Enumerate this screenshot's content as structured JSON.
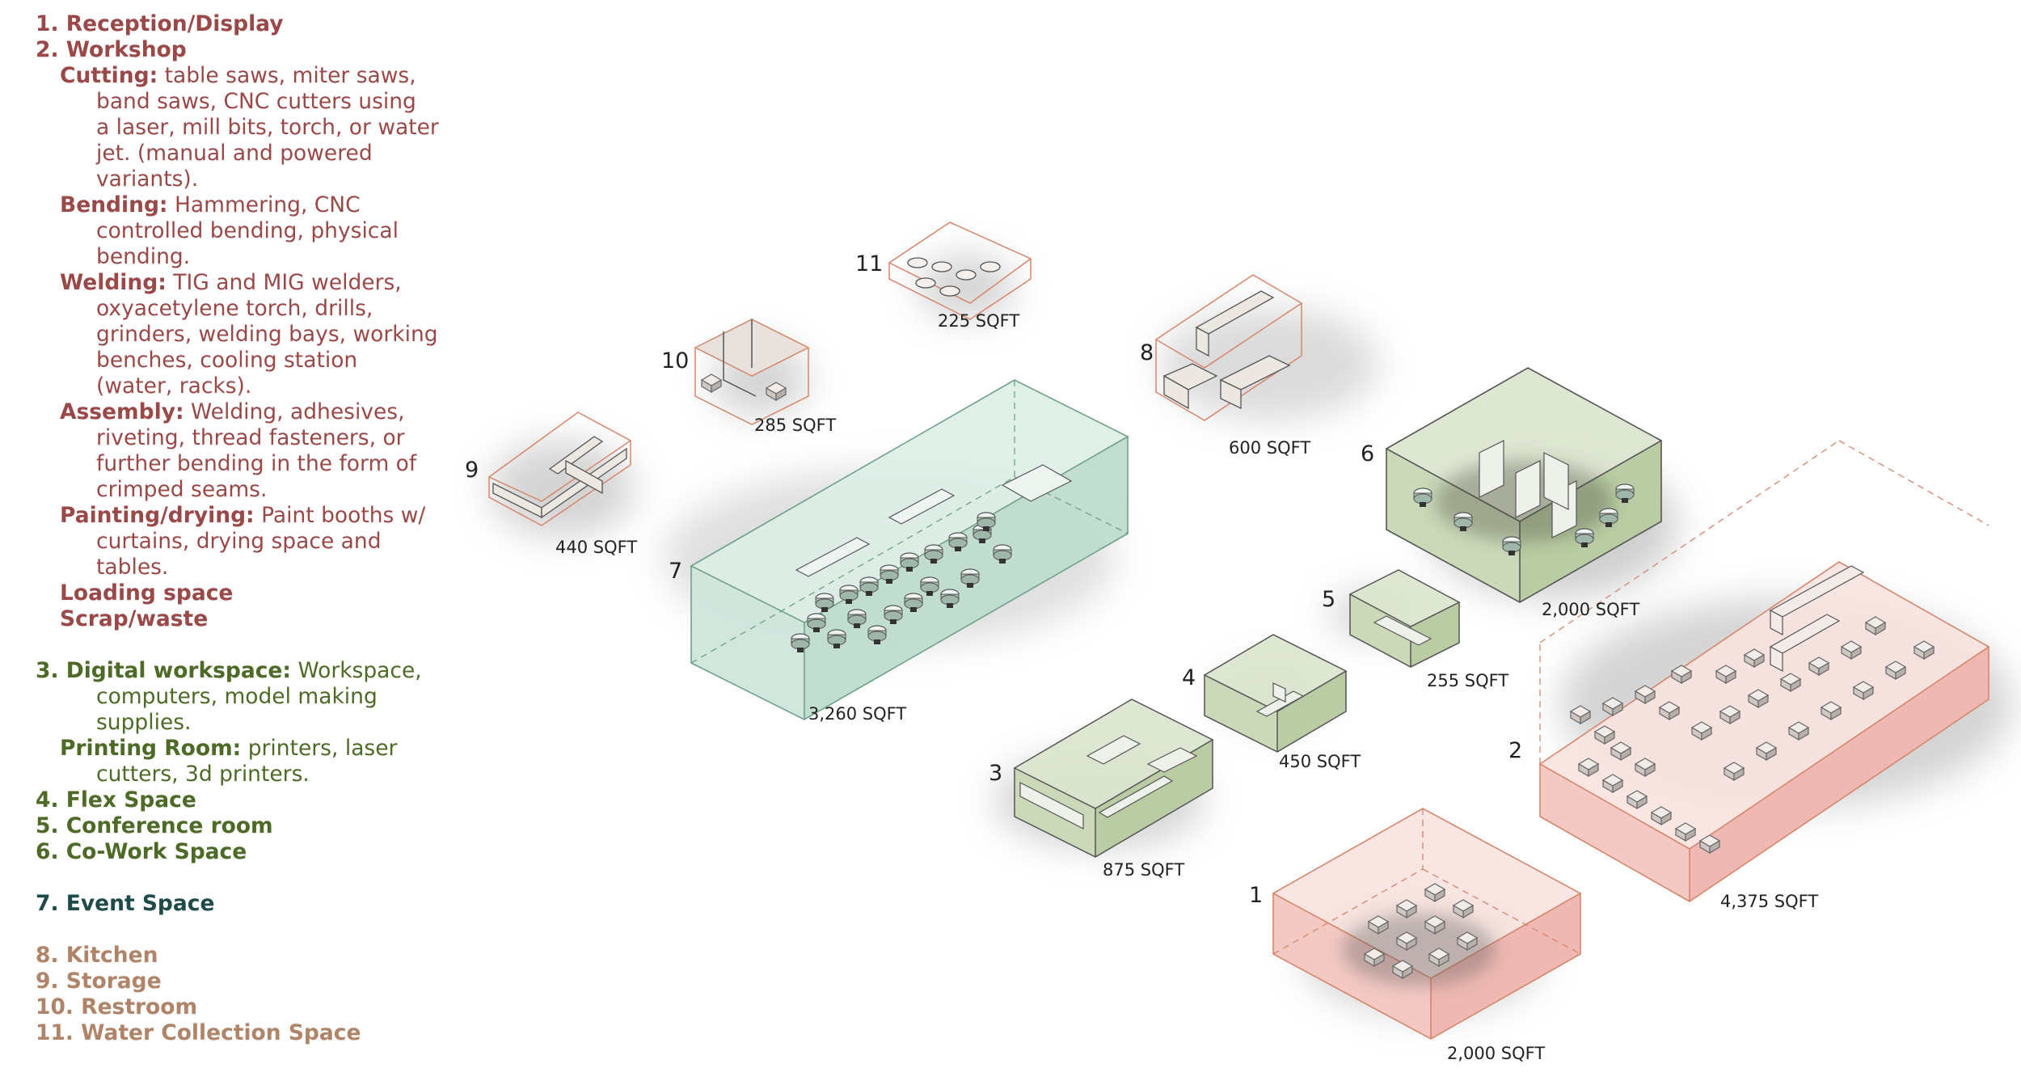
{
  "legend": {
    "l1": "1. Reception/Display",
    "l2": "2. Workshop",
    "cutting_h": "Cutting:",
    "cutting_1": "table saws, miter saws,",
    "cutting_2": "band saws, CNC cutters using",
    "cutting_3": "a laser, mill bits, torch, or water",
    "cutting_4": "jet. (manual and powered",
    "cutting_5": "variants).",
    "bending_h": "Bending:",
    "bending_1": "Hammering, CNC",
    "bending_2": "controlled bending, physical",
    "bending_3": "bending.",
    "welding_h": "Welding:",
    "welding_1": "TIG and MIG welders,",
    "welding_2": "oxyacetylene torch, drills,",
    "welding_3": "grinders, welding bays, working",
    "welding_4": "benches, cooling station",
    "welding_5": "(water, racks).",
    "assembly_h": "Assembly:",
    "assembly_1": "Welding, adhesives,",
    "assembly_2": "riveting, thread fasteners, or",
    "assembly_3": "further bending in the form of",
    "assembly_4": "crimped seams.",
    "painting_h": "Painting/drying:",
    "painting_1": "Paint booths w/",
    "painting_2": "curtains, drying space and",
    "painting_3": "tables.",
    "loading": "Loading space",
    "scrap": "Scrap/waste",
    "l3_h": "3. Digital workspace:",
    "l3_1": "Workspace,",
    "l3_2": "computers, model making",
    "l3_3": "supplies.",
    "printing_h": "Printing Room:",
    "printing_1": "printers, laser",
    "printing_2": "cutters, 3d printers.",
    "l4": "4. Flex Space",
    "l5": "5. Conference room",
    "l6": "6. Co-Work Space",
    "l7": "7. Event Space",
    "l8": "8. Kitchen",
    "l9": "9. Storage",
    "l10": "10. Restroom",
    "l11": "11. Water Collection Space"
  },
  "colors": {
    "workshop_red": "#9a4848",
    "digital_green": "#4d6a26",
    "event_teal": "#1f4a4a",
    "support_tan": "#b08468",
    "box_pink": "#f4c9c4",
    "box_green": "#c8d7b3",
    "box_teal": "#cfe6dc",
    "outline_orange": "#d6866a"
  },
  "spaces": [
    {
      "num": "1",
      "area": "2,000 SQFT"
    },
    {
      "num": "2",
      "area": "4,375 SQFT"
    },
    {
      "num": "3",
      "area": "875 SQFT"
    },
    {
      "num": "4",
      "area": "450 SQFT"
    },
    {
      "num": "5",
      "area": "255 SQFT"
    },
    {
      "num": "6",
      "area": "2,000 SQFT"
    },
    {
      "num": "7",
      "area": "3,260 SQFT"
    },
    {
      "num": "8",
      "area": "600 SQFT"
    },
    {
      "num": "9",
      "area": "440 SQFT"
    },
    {
      "num": "10",
      "area": "285 SQFT"
    },
    {
      "num": "11",
      "area": "225 SQFT"
    }
  ]
}
